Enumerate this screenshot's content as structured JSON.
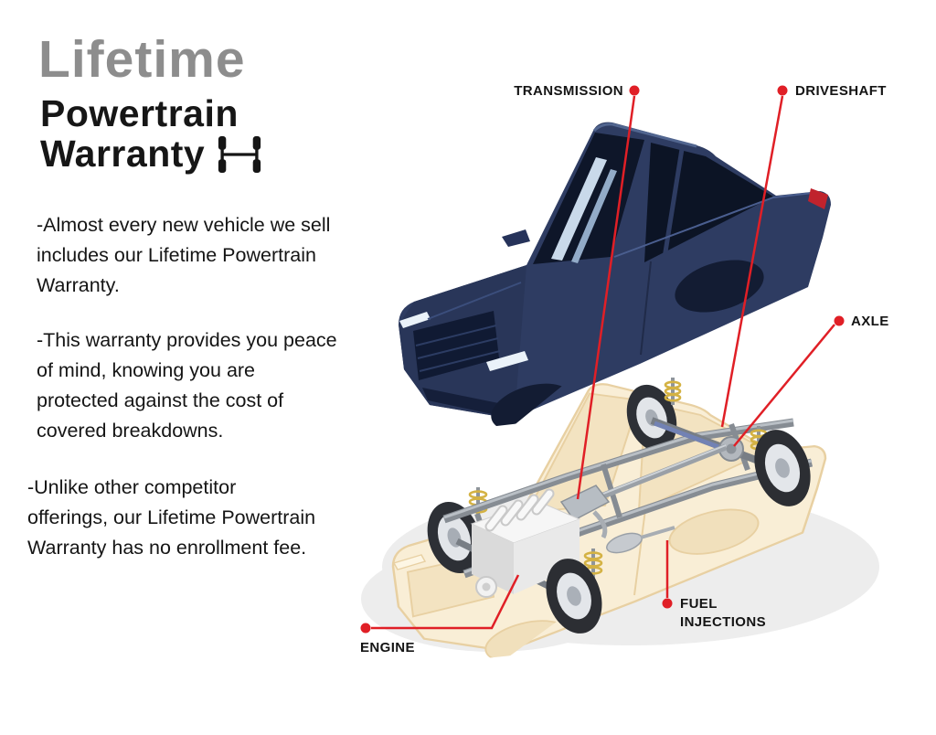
{
  "header": {
    "title_line1": "Lifetime",
    "title_line2": "Powertrain",
    "title_line3": "Warranty"
  },
  "paragraphs": [
    {
      "lines": [
        "-Almost every new vehicle we sell",
        "includes our Lifetime Powertrain",
        "Warranty."
      ]
    },
    {
      "lines": [
        "-This warranty provides you peace",
        "of mind, knowing you are",
        "protected against the cost of",
        "covered breakdowns."
      ]
    },
    {
      "lines": [
        "-Unlike other competitor",
        "offerings, our Lifetime Powertrain",
        "Warranty has no enrollment fee."
      ]
    }
  ],
  "callouts": {
    "transmission": "TRANSMISSION",
    "driveshaft": "DRIVESHAFT",
    "axle": "AXLE",
    "fuel_injections": {
      "line1": "FUEL",
      "line2": "INJECTIONS"
    },
    "engine": "ENGINE"
  },
  "colors": {
    "callout_red": "#e01f26",
    "car_body_navy": "#2e3c62",
    "car_glass_dark": "#0e1629",
    "ghost_body_tan": "#f9eed6",
    "ghost_outline_tan": "#e8d0a2",
    "shadow_gray": "#ededed",
    "spring_yellow": "#d4b243",
    "title_gray": "#8d8d8d",
    "text_black": "#161616"
  }
}
